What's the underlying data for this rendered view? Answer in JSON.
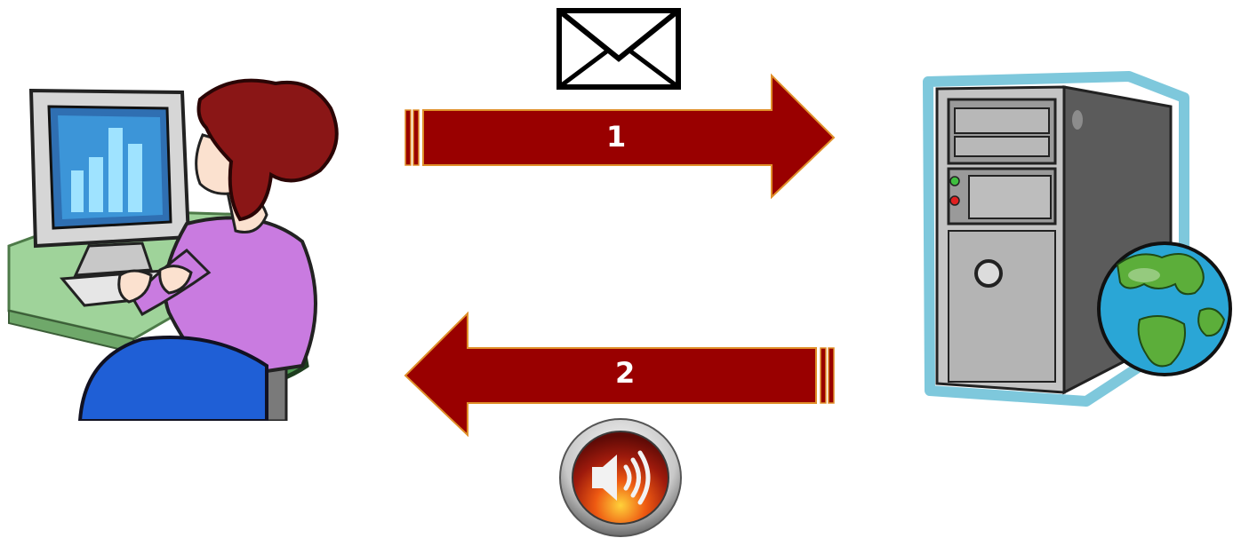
{
  "diagram": {
    "steps": [
      {
        "number": "1",
        "direction": "client-to-server",
        "icon": "envelope-icon"
      },
      {
        "number": "2",
        "direction": "server-to-client",
        "icon": "speaker-icon"
      }
    ],
    "nodes": {
      "client": {
        "icon": "user-at-computer-icon"
      },
      "server": {
        "icon": "web-server-icon"
      }
    },
    "colors": {
      "arrow_fill": "#990000",
      "arrow_stroke": "#e0902a",
      "server_outline": "#7ec8dc",
      "globe_water": "#2aa6d6",
      "globe_land": "#5cae3a"
    }
  }
}
